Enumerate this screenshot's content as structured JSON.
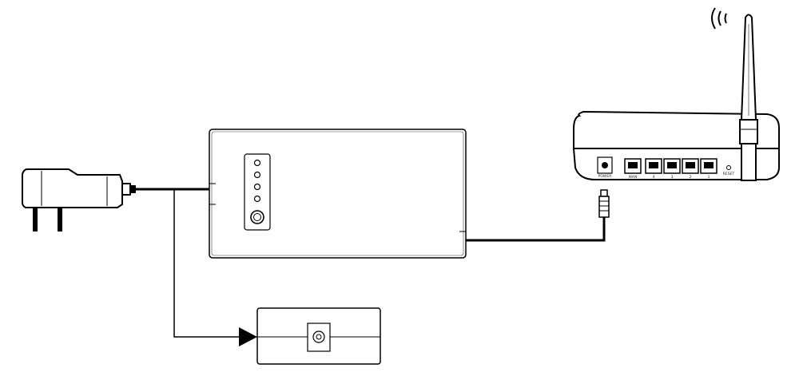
{
  "router": {
    "port_labels": [
      "POWER",
      "WAN",
      "4",
      "3",
      "2",
      "1",
      "RESET"
    ]
  },
  "icons": {
    "adapter": "power-adapter-plug-icon",
    "ups": "mini-ups-unit-icon",
    "router": "wireless-router-icon",
    "signal": "wifi-signal-waves-icon",
    "arrow": "arrow-right-icon",
    "dc_jack": "dc-jack-icon"
  },
  "ups": {
    "led_count": 4,
    "has_power_button": true
  }
}
